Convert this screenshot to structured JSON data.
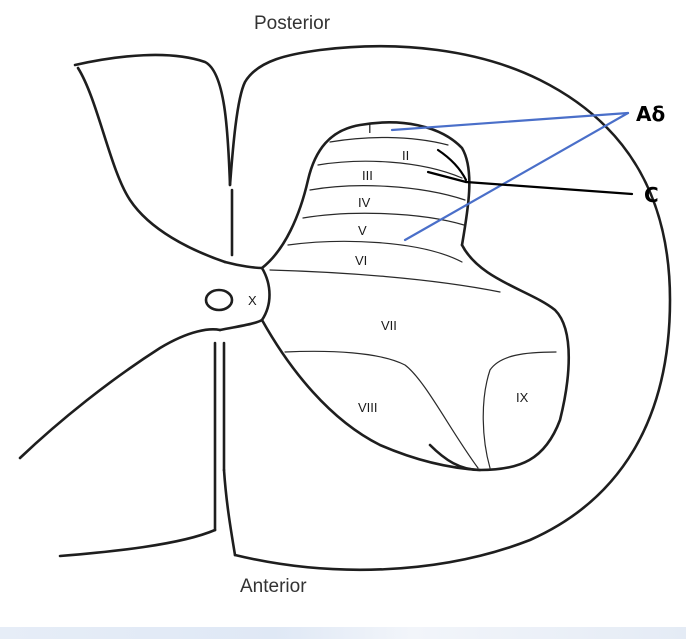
{
  "orientation": {
    "top": "Posterior",
    "bottom": "Anterior"
  },
  "laminae": {
    "i": "I",
    "ii": "II",
    "iii": "III",
    "iv": "IV",
    "v": "V",
    "vi": "VI",
    "vii": "VII",
    "viii": "VIII",
    "ix": "IX",
    "x": "X"
  },
  "fibers": {
    "a_delta": "Aδ",
    "c": "C"
  },
  "colors": {
    "a_delta_line": "#4a6fc9",
    "c_line": "#000000",
    "outline": "#1e1e1e"
  }
}
